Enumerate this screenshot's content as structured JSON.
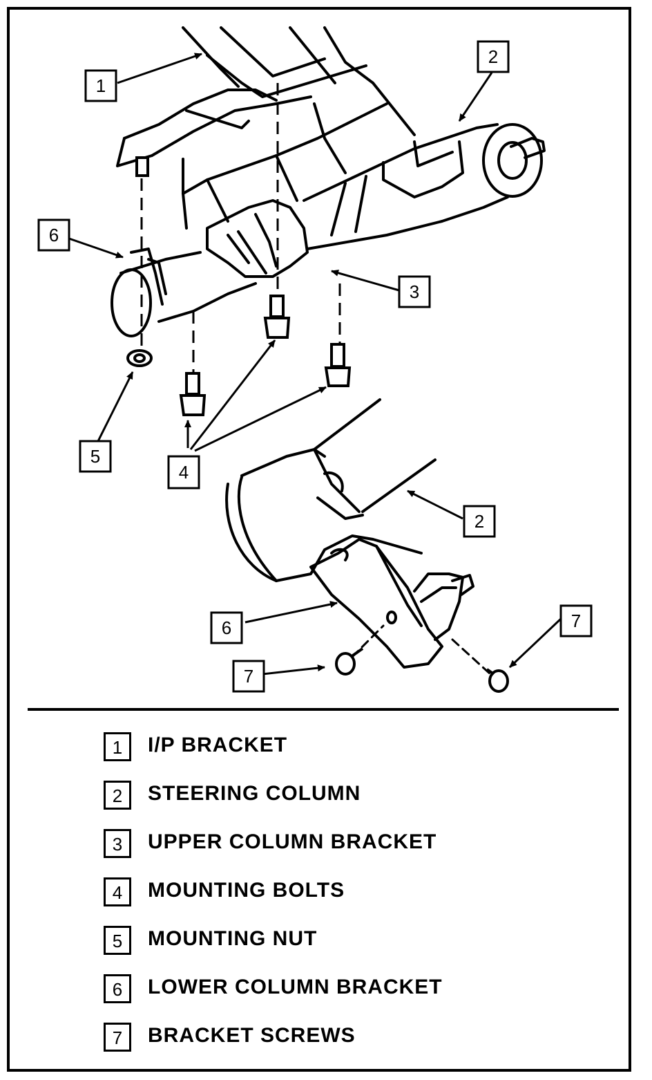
{
  "callouts": {
    "c1": "1",
    "c2_top": "2",
    "c3": "3",
    "c4": "4",
    "c5": "5",
    "c6_top": "6",
    "c2_bottom": "2",
    "c6_bottom": "6",
    "c7_left": "7",
    "c7_right": "7"
  },
  "legend": [
    {
      "num": "1",
      "label": "I/P BRACKET"
    },
    {
      "num": "2",
      "label": "STEERING COLUMN"
    },
    {
      "num": "3",
      "label": "UPPER COLUMN BRACKET"
    },
    {
      "num": "4",
      "label": "MOUNTING BOLTS"
    },
    {
      "num": "5",
      "label": "MOUNTING NUT"
    },
    {
      "num": "6",
      "label": "LOWER COLUMN BRACKET"
    },
    {
      "num": "7",
      "label": "BRACKET SCREWS"
    }
  ]
}
